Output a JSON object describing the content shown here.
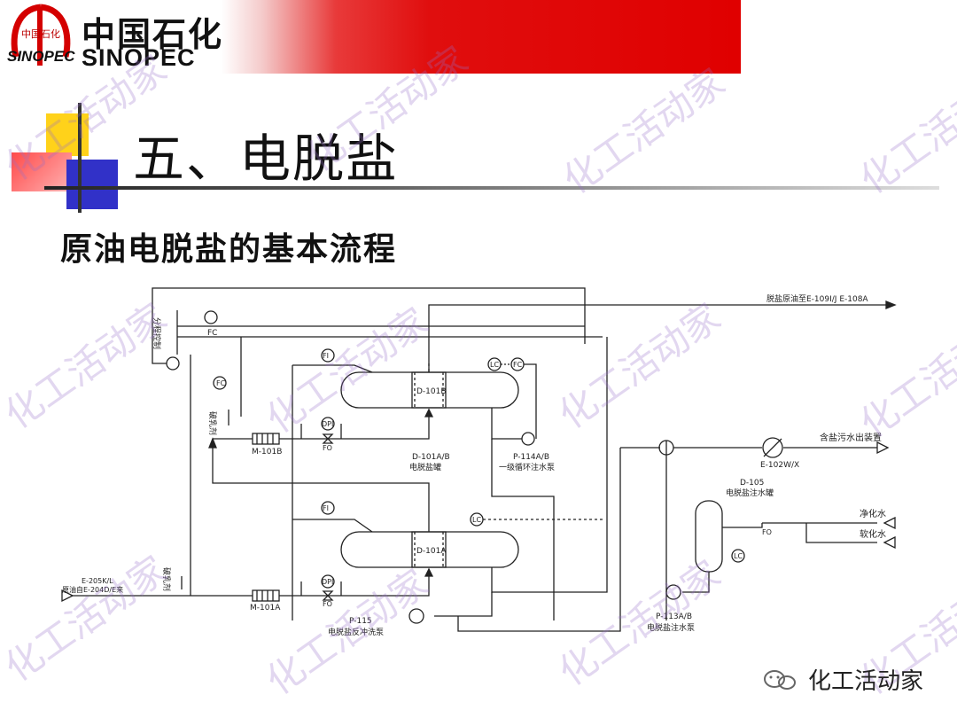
{
  "header": {
    "logo_cn": "中国石化",
    "logo_en": "SINOPEC",
    "logo_mark_cn": "中国石化",
    "logo_mark_en": "SINOPEC"
  },
  "slide": {
    "title": "五、电脱盐",
    "subtitle": "原油电脱盐的基本流程"
  },
  "diagram": {
    "labels": {
      "outlet_desalted": "脱盐原油至E-109I/J E-108A",
      "fenchengkongzhi": "分程控制",
      "fc": "FC",
      "fo": "FO",
      "fi": "FI",
      "lc": "LC",
      "dpi": "DPI",
      "d101b": "D-101B",
      "d101a": "D-101A",
      "m101b": "M-101B",
      "m101a": "M-101A",
      "emulsifier": "破乳剂",
      "d101ab": "D-101A/B",
      "d101ab_name": "电脱盐罐",
      "p114": "P-114A/B",
      "p114_name": "一级循环注水泵",
      "saltwater_out": "含盐污水出装置",
      "e102": "E-102W/X",
      "d105": "D-105",
      "d105_name": "电脱盐注水罐",
      "clean_water": "净化水",
      "soft_water": "软化水",
      "crude_in_1": "E-205K/L",
      "crude_in_2": "原油自E-204D/E来",
      "p115": "P-115",
      "p115_name": "电脱盐反冲洗泵",
      "p113": "P-113A/B",
      "p113_name": "电脱盐注水泵"
    }
  },
  "watermark": "化工活动家",
  "footer": {
    "account": "化工活动家"
  },
  "colors": {
    "header_red": "#e00000",
    "accent_yellow": "#ffd21a",
    "accent_blue": "#3131c8",
    "accent_red": "#ff4a4a",
    "watermark": "#9a6ecb"
  }
}
